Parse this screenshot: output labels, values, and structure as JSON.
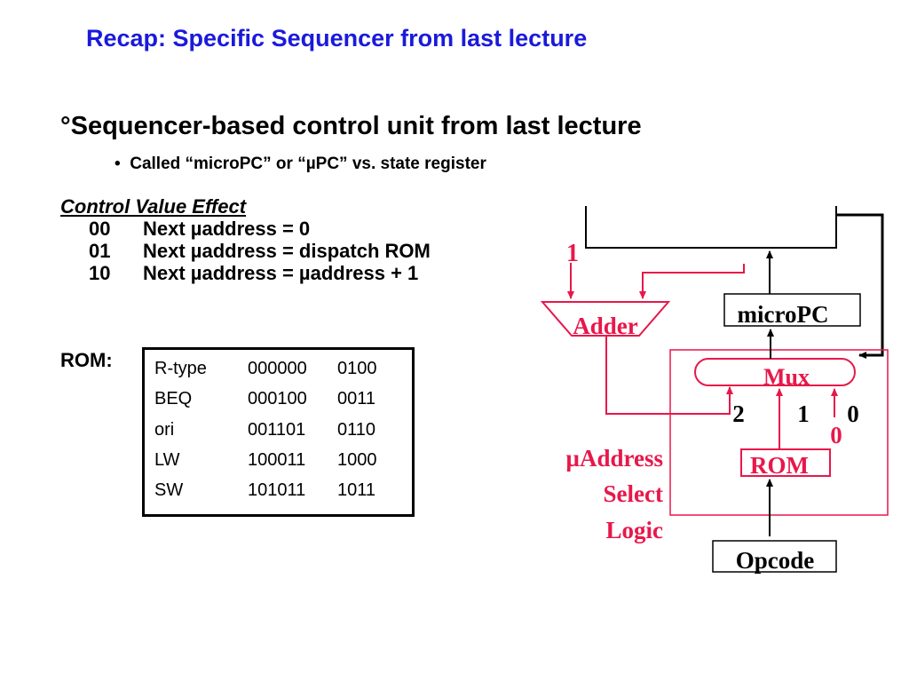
{
  "title": "Recap: Specific Sequencer from last lecture",
  "bullet": {
    "marker": "°",
    "text": "Sequencer-based control unit from last lecture"
  },
  "sub_bullet": {
    "marker": "•",
    "text": "Called  “microPC” or “µPC” vs. state register"
  },
  "control_table": {
    "header": "Control Value   Effect",
    "rows": [
      {
        "code": "00",
        "effect": "Next µaddress = 0"
      },
      {
        "code": "01",
        "effect": "Next  µaddress = dispatch ROM"
      },
      {
        "code": "10",
        "effect": "Next  µaddress =  µaddress + 1"
      }
    ]
  },
  "rom": {
    "label": "ROM:",
    "rows": [
      {
        "name": "R-type",
        "opcode": "000000",
        "value": "0100"
      },
      {
        "name": "BEQ",
        "opcode": "000100",
        "value": "0011"
      },
      {
        "name": "ori",
        "opcode": "001101",
        "value": "0110"
      },
      {
        "name": "LW",
        "opcode": "100011",
        "value": "1000"
      },
      {
        "name": "SW",
        "opcode": "101011",
        "value": "1011"
      }
    ]
  },
  "diagram": {
    "adder_input_constant": "1",
    "adder_label": "Adder",
    "micropc_label": "microPC",
    "mux_label": "Mux",
    "mux_inputs": [
      "2",
      "1",
      "0"
    ],
    "mux_zero_input": "0",
    "rom_label": "ROM",
    "opcode_label": "Opcode",
    "select_logic_lines": [
      "µAddress",
      "Select",
      "Logic"
    ],
    "colors": {
      "title": "#1a1adb",
      "highlight": "#e8174a",
      "text": "#000000"
    }
  }
}
